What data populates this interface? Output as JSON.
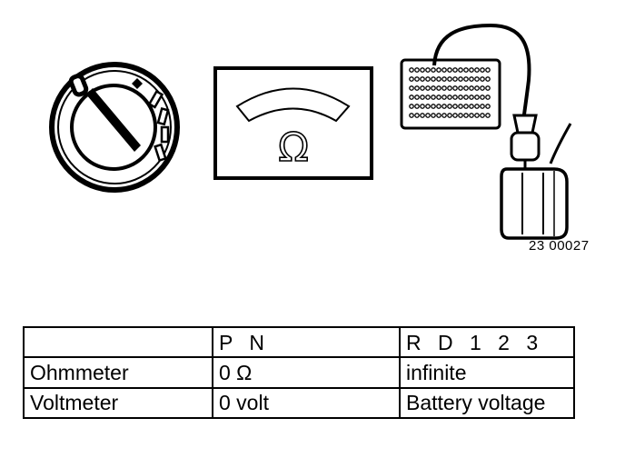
{
  "figure": {
    "reference_number": "23 00027"
  },
  "ohm_symbol": "Ω",
  "table": {
    "headers": [
      "",
      "P N",
      "R D 1 2 3"
    ],
    "rows": [
      {
        "label": "Ohmmeter",
        "pn": "0 Ω",
        "rd123": "infinite"
      },
      {
        "label": "Voltmeter",
        "pn": "0 volt",
        "rd123": "Battery voltage"
      }
    ]
  }
}
